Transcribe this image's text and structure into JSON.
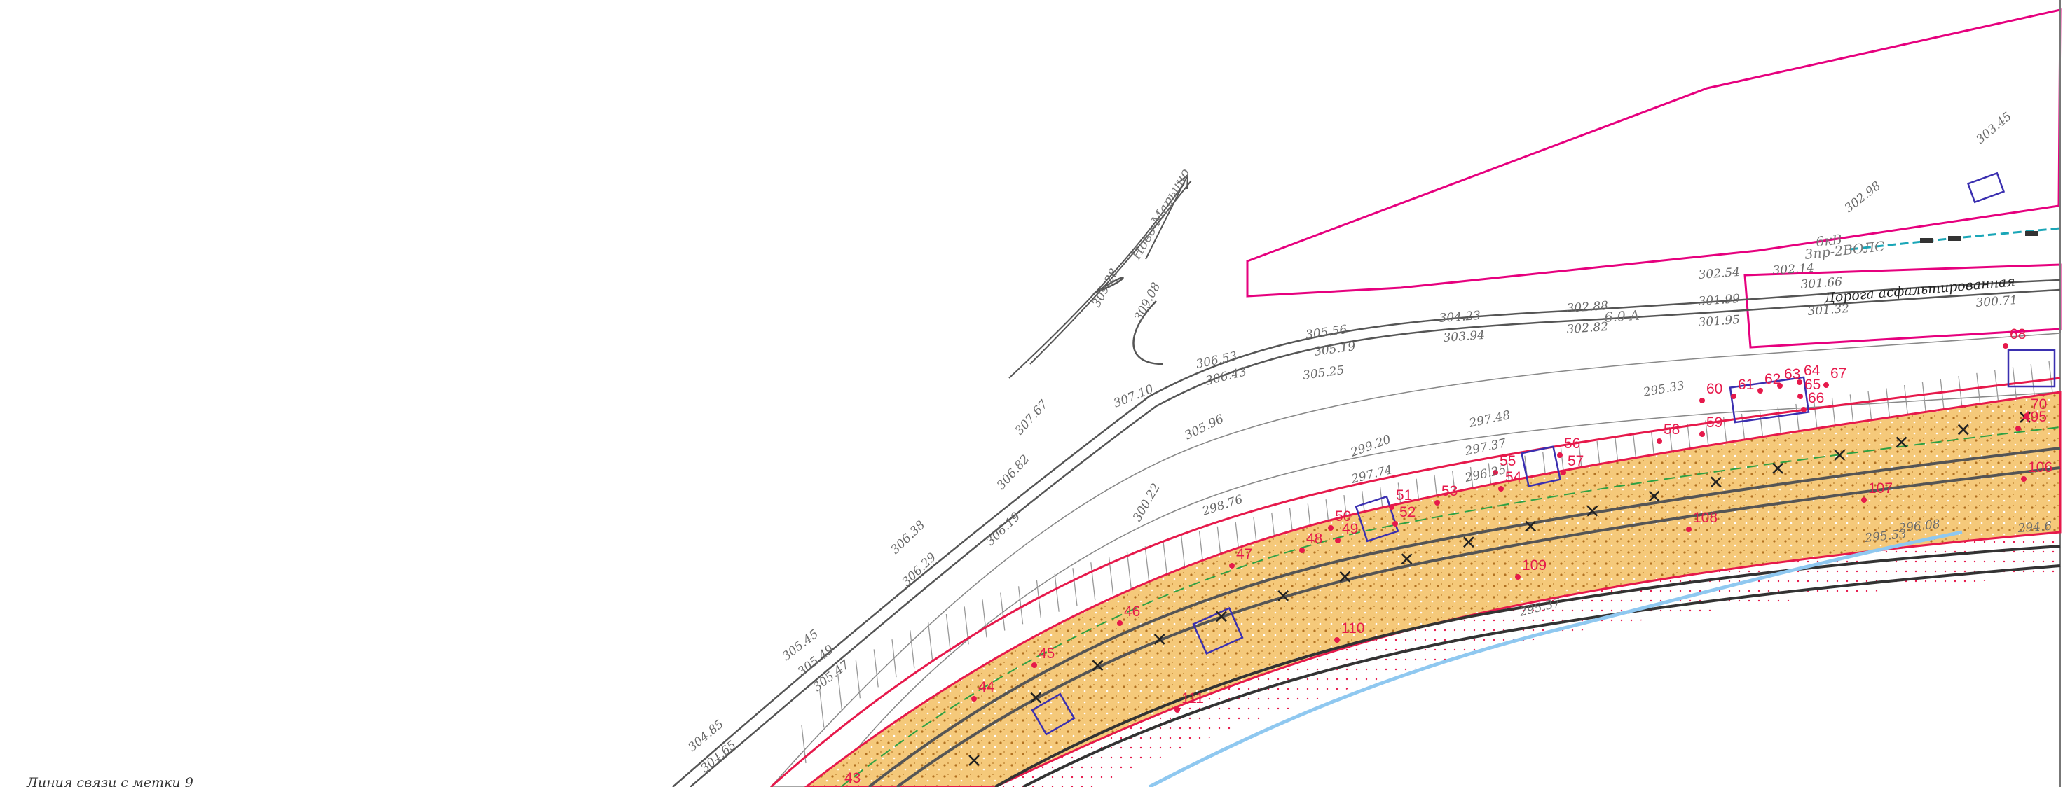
{
  "map": {
    "road_label": "Дорога асфальтированная",
    "direction_label": "Ново-Марьино",
    "legend_text": "Линия связи с метки 9",
    "road_width_label": "6.0 А",
    "comm_label_1": "6кВ",
    "comm_label_2": "3пр-2ВОЛС",
    "colors": {
      "boundary": "#e6007e",
      "red_line": "#e6194b",
      "fill": "#f5c97a",
      "track": "#555555",
      "building": "#3a2fb0",
      "water": "#8fc8f0",
      "comm": "#1aa6b7"
    }
  },
  "points": [
    {
      "label": "43"
    },
    {
      "label": "44"
    },
    {
      "label": "45"
    },
    {
      "label": "46"
    },
    {
      "label": "47"
    },
    {
      "label": "48"
    },
    {
      "label": "49"
    },
    {
      "label": "50"
    },
    {
      "label": "51"
    },
    {
      "label": "52"
    },
    {
      "label": "53"
    },
    {
      "label": "54"
    },
    {
      "label": "55"
    },
    {
      "label": "56"
    },
    {
      "label": "57"
    },
    {
      "label": "58"
    },
    {
      "label": "59"
    },
    {
      "label": "60"
    },
    {
      "label": "61"
    },
    {
      "label": "62"
    },
    {
      "label": "63"
    },
    {
      "label": "64"
    },
    {
      "label": "65"
    },
    {
      "label": "66"
    },
    {
      "label": "67"
    },
    {
      "label": "68"
    },
    {
      "label": "70"
    },
    {
      "label": "495"
    },
    {
      "label": "106"
    },
    {
      "label": "107"
    },
    {
      "label": "108"
    },
    {
      "label": "109"
    },
    {
      "label": "110"
    },
    {
      "label": "111"
    }
  ],
  "elevations": [
    "309.28",
    "309.08",
    "307.67",
    "307.10",
    "306.82",
    "306.53",
    "306.43",
    "306.38",
    "306.29",
    "306.19",
    "305.96",
    "305.56",
    "305.45",
    "305.49",
    "305.47",
    "305.25",
    "305.19",
    "304.85",
    "304.65",
    "304.23",
    "303.94",
    "303.45",
    "302.98",
    "302.88",
    "302.82",
    "302.54",
    "302.14",
    "301.99",
    "301.95",
    "301.66",
    "301.32",
    "300.71",
    "300.22",
    "299.20",
    "298.76",
    "297.74",
    "297.37",
    "297.48",
    "296.25",
    "295.33",
    "296.08",
    "295.53",
    "295.37",
    "294.6"
  ]
}
